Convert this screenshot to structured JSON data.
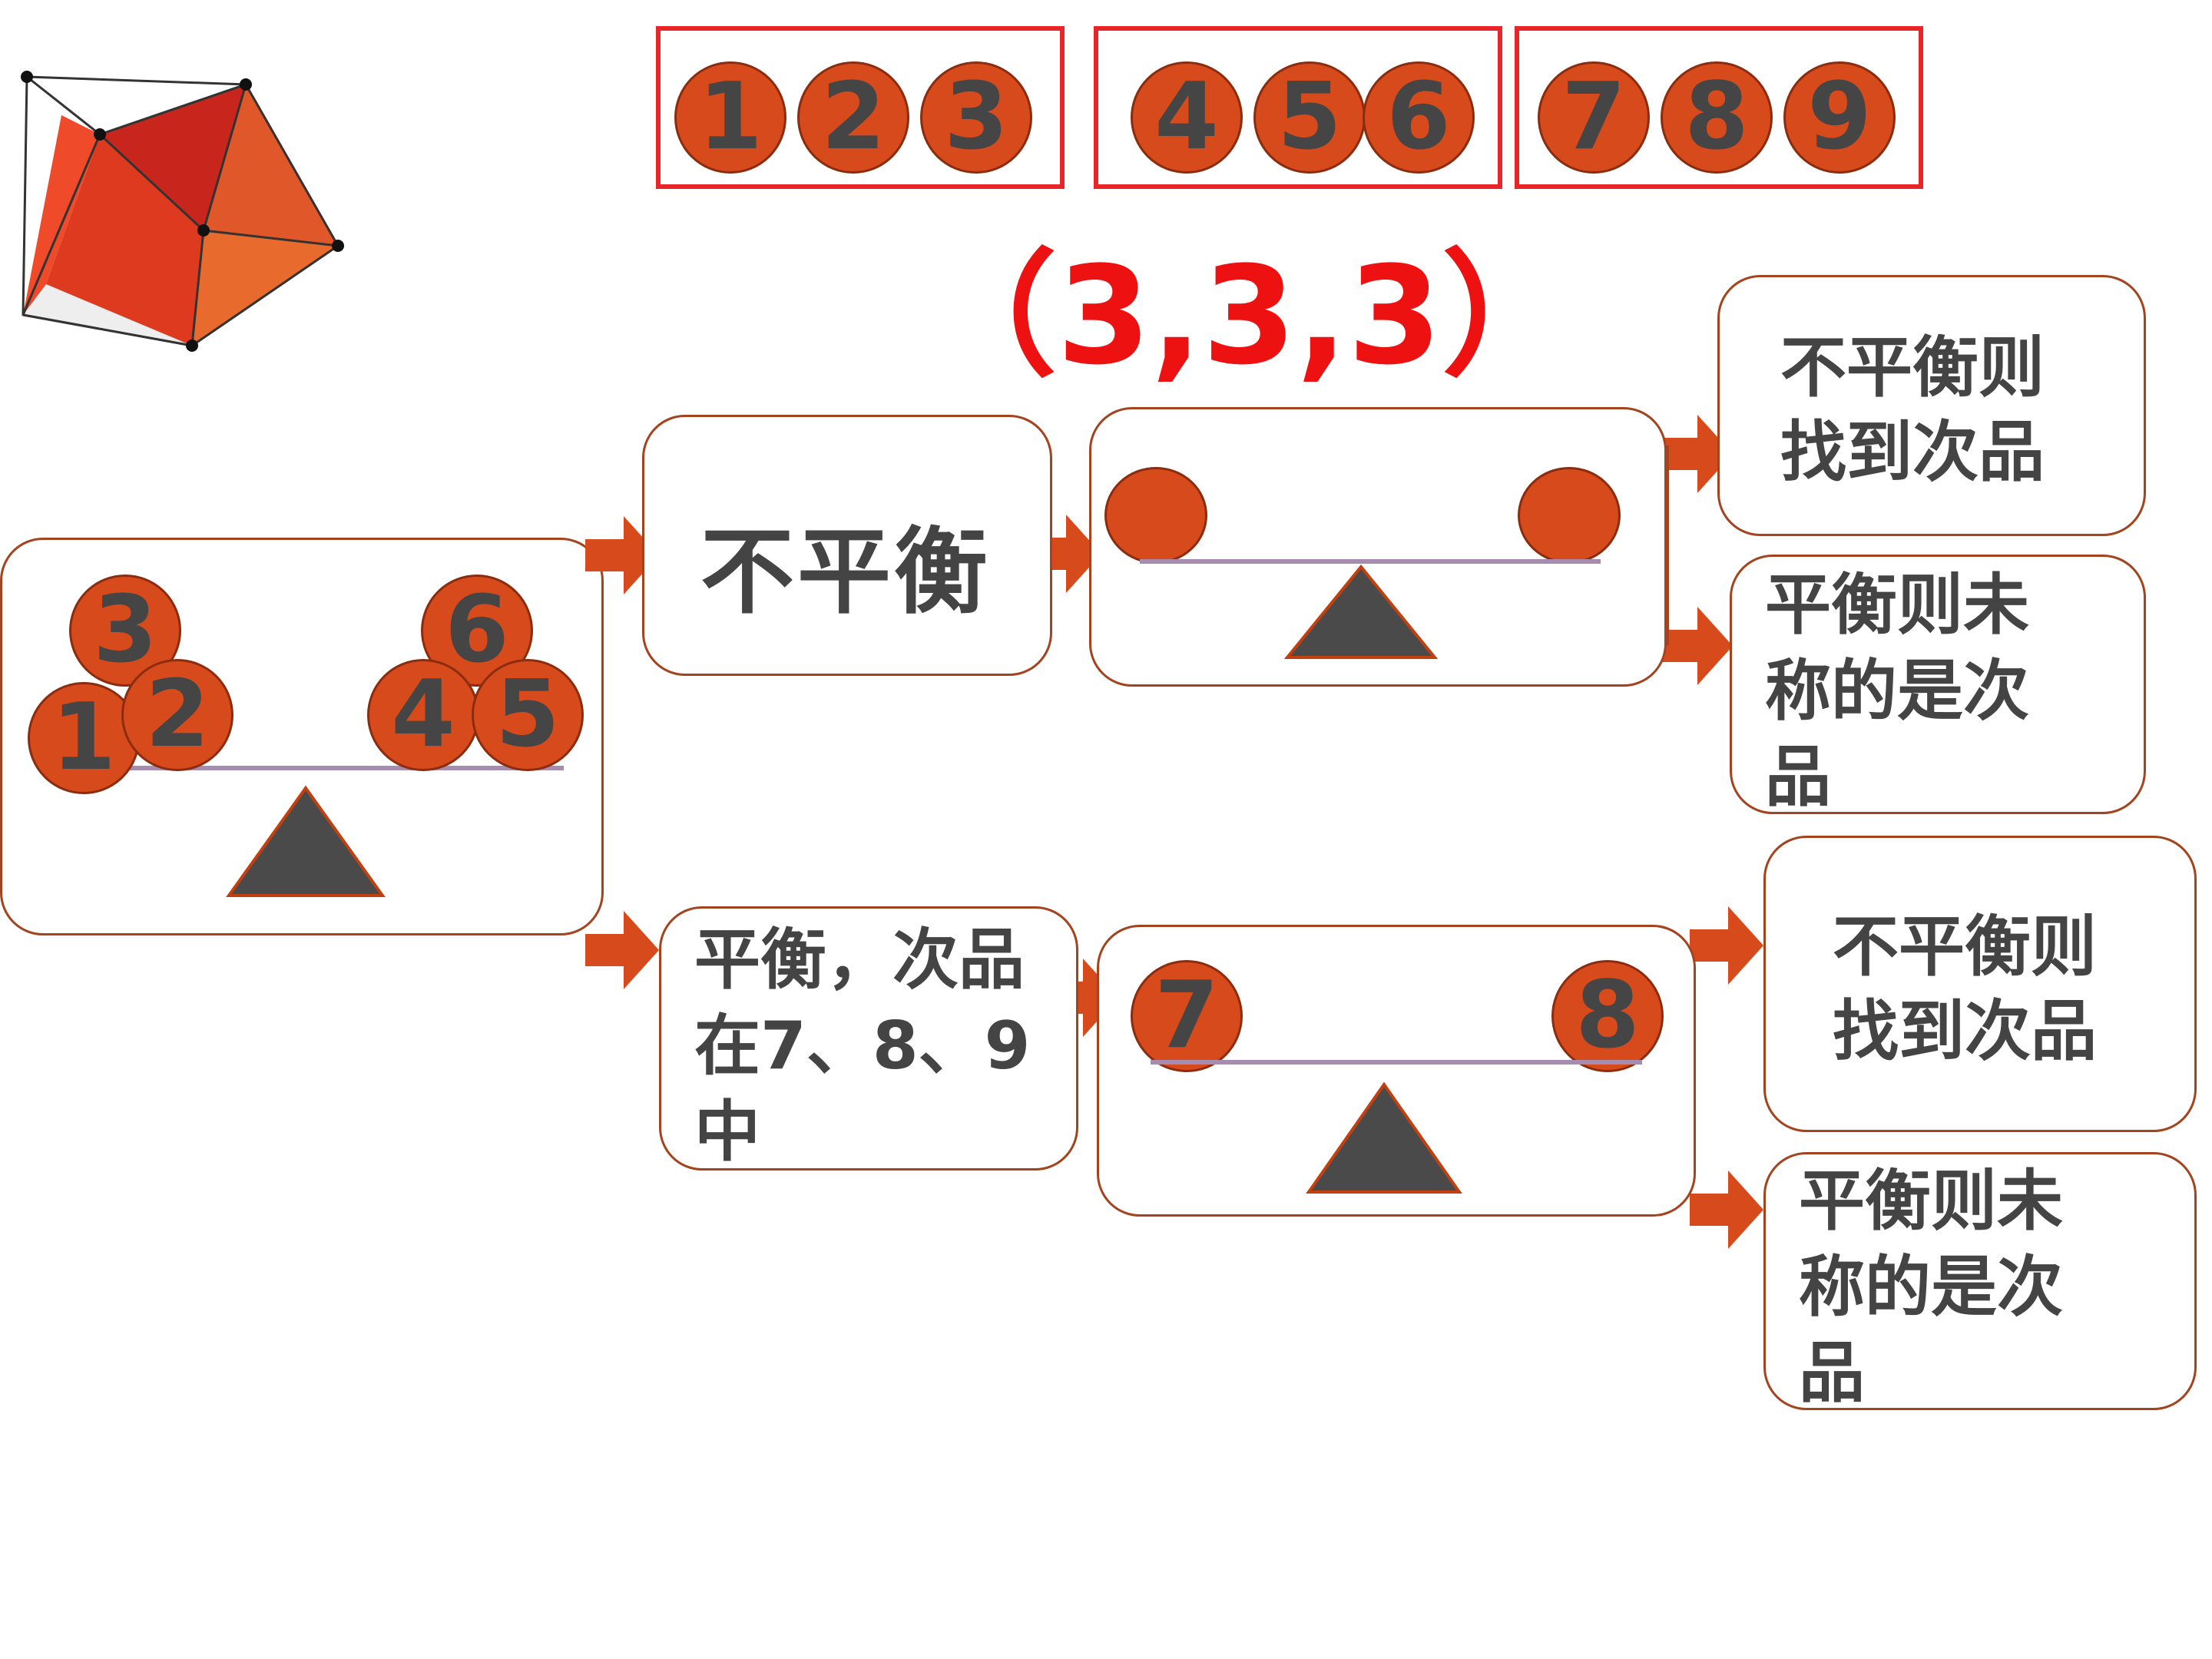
{
  "groups": [
    {
      "balls": [
        "1",
        "2",
        "3"
      ]
    },
    {
      "balls": [
        "4",
        "5",
        "6"
      ]
    },
    {
      "balls": [
        "7",
        "8",
        "9"
      ]
    }
  ],
  "title": "（3,3,3）",
  "first_weighing": {
    "left_balls": [
      "3",
      "1",
      "2"
    ],
    "right_balls": [
      "6",
      "4",
      "5"
    ]
  },
  "unbalanced_label": "不平衡",
  "balanced_label": "平衡，次品在7、8、9中",
  "upper_outcomes": {
    "unbalanced": "不平衡则找到次品",
    "balanced": "平衡则未称的是次品"
  },
  "lower_weighing": {
    "left_ball": "7",
    "right_ball": "8"
  },
  "lower_outcomes": {
    "unbalanced": "不平衡则找到次品",
    "balanced": "平衡则未称的是次品"
  },
  "colors": {
    "ball_fill": "#d64a1c",
    "arrow": "#d64a1c",
    "group_border": "#e8262a",
    "title": "#ee1111",
    "fulcrum": "#4a4a4a",
    "beam": "#a68db0"
  }
}
